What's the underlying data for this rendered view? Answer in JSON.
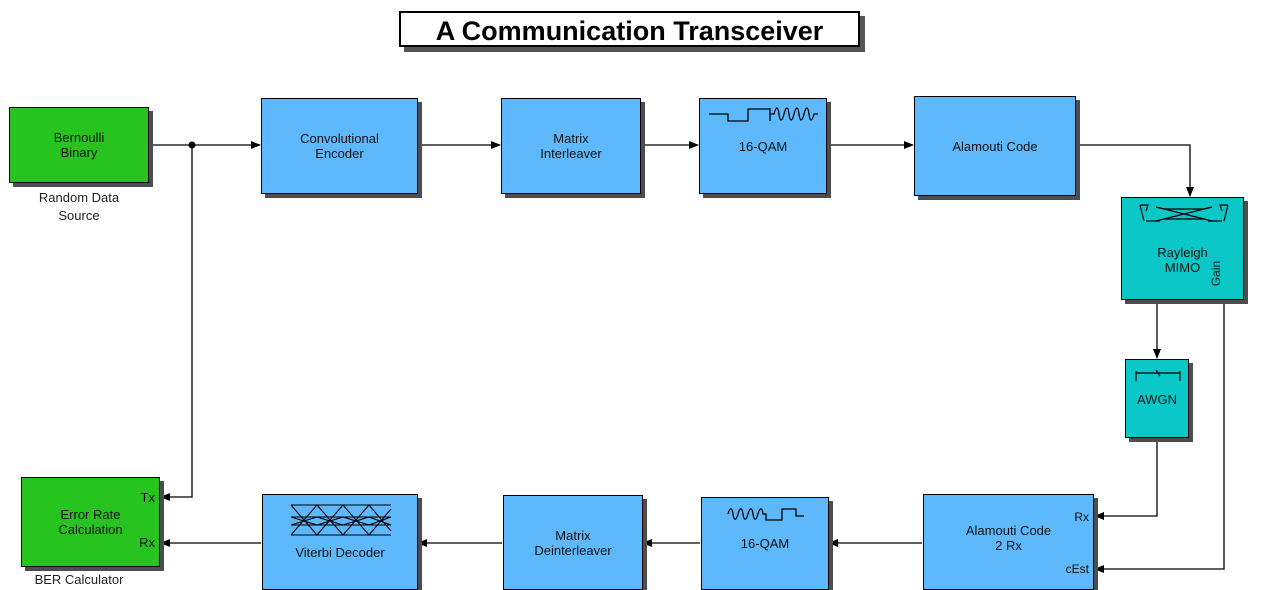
{
  "title": "A Communication Transceiver",
  "blocks": {
    "bernoulli": {
      "label": "Bernoulli\nBinary",
      "caption": "Random Data\nSource"
    },
    "conv_encoder": {
      "label": "Convolutional\nEncoder"
    },
    "matrix_interleaver": {
      "label": "Matrix\nInterleaver"
    },
    "qam_mod": {
      "label": "16-QAM"
    },
    "alamouti": {
      "label": "Alamouti Code"
    },
    "rayleigh": {
      "label": "Rayleigh\nMIMO",
      "port_gain": "Gain"
    },
    "awgn": {
      "label": "AWGN"
    },
    "alamouti_rx": {
      "label": "Alamouti Code\n2 Rx",
      "port_rx": "Rx",
      "port_cest": "cEst"
    },
    "qam_demod": {
      "label": "16-QAM"
    },
    "matrix_deinterleaver": {
      "label": "Matrix\nDeinterleaver"
    },
    "viterbi": {
      "label": "Viterbi Decoder"
    },
    "error_rate": {
      "label": "Error Rate\nCalculation",
      "port_tx": "Tx",
      "port_rx": "Rx",
      "caption": "BER Calculator"
    }
  },
  "colors": {
    "source_green": "#27c41f",
    "block_blue": "#5eb9fc",
    "channel_cyan": "#0cc7c7"
  }
}
